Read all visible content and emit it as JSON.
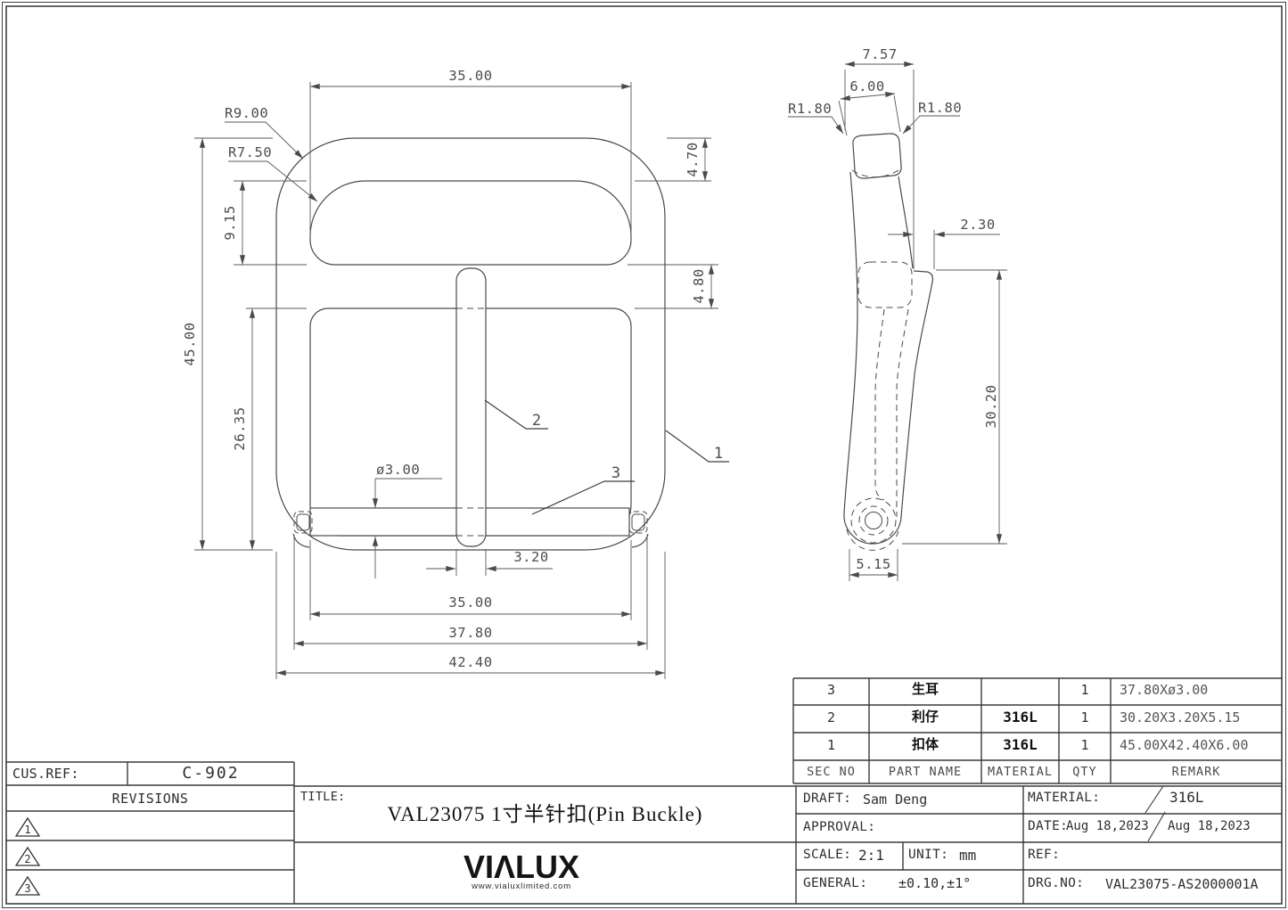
{
  "front": {
    "dims": {
      "width_top": "35.00",
      "radius_outer": "R9.00",
      "radius_slot": "R7.50",
      "top_rail": "4.70",
      "slot_height": "9.15",
      "bridge_gap": "4.80",
      "overall_height": "45.00",
      "window_height": "26.35",
      "bar_diameter": "ø3.00",
      "pin_width": "3.20",
      "bar_width": "35.00",
      "tab_width": "37.80",
      "overall_width": "42.40"
    },
    "balloons": {
      "frame": "1",
      "pin": "2",
      "bar": "3"
    }
  },
  "side": {
    "dims": {
      "top_width": "7.57",
      "head_width": "6.00",
      "radius_left": "R1.80",
      "radius_right": "R1.80",
      "bend_offset": "2.30",
      "pin_length": "30.20",
      "foot_width": "5.15"
    }
  },
  "table": {
    "headers": {
      "sec": "SEC NO",
      "part": "PART NAME",
      "material": "MATERIAL",
      "qty": "QTY",
      "remark": "REMARK"
    },
    "rows": [
      {
        "sec": "3",
        "part": "生耳",
        "material": "",
        "qty": "1",
        "remark": "37.80Xø3.00"
      },
      {
        "sec": "2",
        "part": "利仔",
        "material": "316L",
        "qty": "1",
        "remark": "30.20X3.20X5.15"
      },
      {
        "sec": "1",
        "part": "扣体",
        "material": "316L",
        "qty": "1",
        "remark": "45.00X42.40X6.00"
      }
    ]
  },
  "block": {
    "cus_ref_label": "CUS.REF:",
    "cus_ref": "C-902",
    "revisions_label": "REVISIONS",
    "revision_markers": [
      "1",
      "2",
      "3"
    ],
    "title_label": "TITLE:",
    "title": "VAL23075  1寸半针扣(Pin Buckle)",
    "logo_text": "VIΛLUX",
    "logo_website": "www.vialuxlimited.com",
    "draft_label": "DRAFT:",
    "draft": "Sam Deng",
    "approval_label": "APPROVAL:",
    "approval": "",
    "material_label": "MATERIAL:",
    "material": "316L",
    "date_label": "DATE:",
    "date_1": "Aug 18,2023",
    "date_2": "Aug 18,2023",
    "scale_label": "SCALE:",
    "scale": "2:1",
    "unit_label": "UNIT:",
    "unit": "mm",
    "ref_label": "REF:",
    "ref": "",
    "general_label": "GENERAL:",
    "general": "±0.10,±1°",
    "drg_no_label": "DRG.NO:",
    "drg_no": "VAL23075-AS2000001A"
  }
}
